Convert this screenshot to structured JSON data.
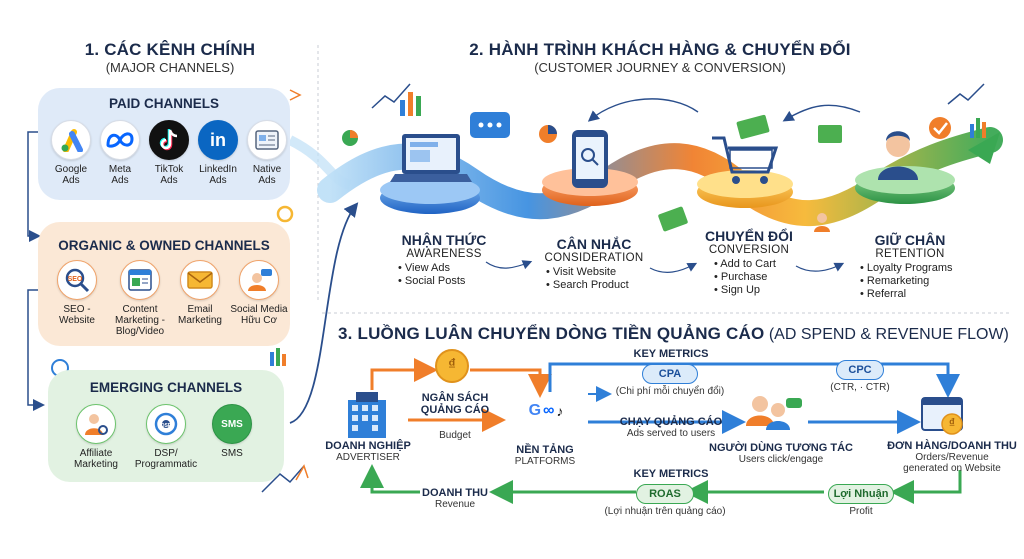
{
  "section1": {
    "title": "1. CÁC KÊNH CHÍNH",
    "subtitle": "(MAJOR CHANNELS)"
  },
  "paid": {
    "title": "PAID CHANNELS",
    "items": [
      {
        "label": "Google\nAds",
        "icon": "google-ads-icon"
      },
      {
        "label": "Meta\nAds",
        "icon": "meta-icon"
      },
      {
        "label": "TikTok\nAds",
        "icon": "tiktok-icon"
      },
      {
        "label": "LinkedIn\nAds",
        "icon": "linkedin-icon"
      },
      {
        "label": "Native\nAds",
        "icon": "native-ads-icon"
      }
    ]
  },
  "organic": {
    "title": "ORGANIC & OWNED CHANNELS",
    "items": [
      {
        "label": "SEO -\nWebsite",
        "icon": "seo-icon"
      },
      {
        "label": "Content\nMarketing -\nBlog/Video",
        "icon": "content-icon"
      },
      {
        "label": "Email\nMarketing",
        "icon": "email-icon"
      },
      {
        "label": "Social Media\nHữu Cơ",
        "icon": "social-icon"
      }
    ]
  },
  "emerging": {
    "title": "EMERGING CHANNELS",
    "items": [
      {
        "label": "Affiliate\nMarketing",
        "icon": "affiliate-icon"
      },
      {
        "label": "DSP/\nProgrammatic",
        "icon": "dsp-icon"
      },
      {
        "label": "SMS",
        "icon": "sms-icon",
        "badge": "SMS"
      }
    ]
  },
  "section2": {
    "title": "2. HÀNH TRÌNH KHÁCH HÀNG & CHUYỂN ĐỔI",
    "subtitle": "(CUSTOMER JOURNEY & CONVERSION)"
  },
  "stages": [
    {
      "title": "NHẬN THỨC",
      "sub": "AWARENESS",
      "bullets": [
        "• View Ads",
        "• Social Posts"
      ]
    },
    {
      "title": "CÂN NHẮC",
      "sub": "CONSIDERATION",
      "bullets": [
        "• Visit Website",
        "• Search Product"
      ]
    },
    {
      "title": "CHUYỂN ĐỔI",
      "sub": "CONVERSION",
      "bullets": [
        "• Add to Cart",
        "• Purchase",
        "• Sign Up"
      ]
    },
    {
      "title": "GIỮ CHÂN",
      "sub": "RETENTION",
      "bullets": [
        "• Loyalty Programs",
        "• Remarketing",
        "• Referral"
      ]
    }
  ],
  "section3": {
    "title_bold": "3. LUỒNG LUÂN CHUYỂN DÒNG TIỀN QUẢNG CÁO",
    "title_rest": " (AD SPEND & REVENUE FLOW)"
  },
  "flow": {
    "advertiser": {
      "title": "DOANH NGHIỆP",
      "sub": "ADVERTISER"
    },
    "budget": {
      "title": "NGÂN SÁCH\nQUẢNG CÁO",
      "sub": "Budget",
      "coin": "₫"
    },
    "platforms": {
      "title": "NỀN TẢNG",
      "sub": "PLATFORMS"
    },
    "ads_served": {
      "title": "CHẠY QUẢNG CÁO",
      "sub": "Ads served to users"
    },
    "users": {
      "title": "NGƯỜI DÙNG TƯƠNG TÁC",
      "sub": "Users click/engage"
    },
    "orders": {
      "title": "ĐƠN HÀNG/DOANH THU",
      "sub": "Orders/Revenue\ngenerated on Website",
      "coin": "₫"
    },
    "profit": {
      "title": "Lợi Nhuận",
      "sub": "Profit"
    },
    "revenue": {
      "title": "DOANH THU",
      "sub": "Revenue"
    },
    "metrics_top": {
      "title": "KEY METRICS",
      "cpa": "CPA",
      "cpa_sub": "(Chi phí mỗi chuyển đổi)",
      "cpc": "CPC",
      "cpc_sub": "(CTR, · CTR)"
    },
    "metrics_bottom": {
      "title": "KEY METRICS",
      "roas": "ROAS",
      "roas_sub": "(Lợi nhuận trên quảng cáo)"
    }
  },
  "colors": {
    "navy": "#1b2b4b",
    "blue": "#2f7fd8",
    "green": "#3aa853",
    "orange": "#f07e2a",
    "paid_bg": "#dfeaf8",
    "organic_bg": "#fbe8d6",
    "emerging_bg": "#e2f2e2"
  }
}
